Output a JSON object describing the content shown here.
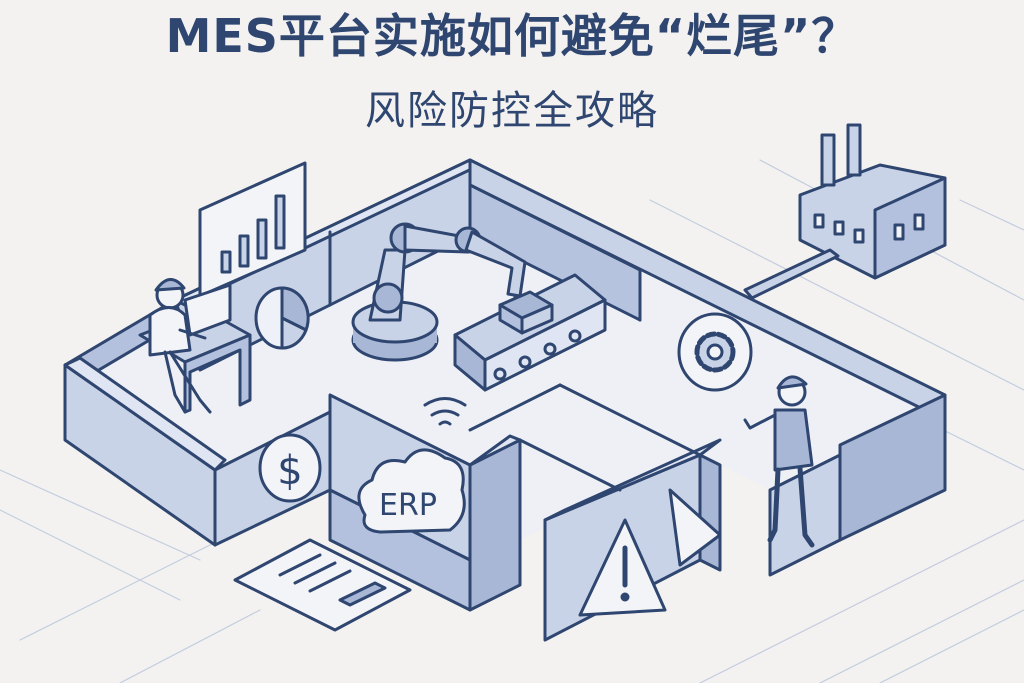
{
  "header": {
    "title": "MES平台实施如何避免“烂尾”？",
    "subtitle": "风险防控全攻略"
  },
  "scene": {
    "cloud_label": "ERP",
    "currency_symbol": "$",
    "icons": [
      "bar-chart-icon",
      "pie-chart-icon",
      "gear-icon",
      "warning-icon",
      "dollar-icon",
      "cloud-icon",
      "wifi-icon",
      "factory-icon",
      "document-icon",
      "robot-arm-icon",
      "conveyor-icon",
      "worker-icon"
    ]
  },
  "colors": {
    "ink": "#2f4670",
    "fill": "#c9d3e8",
    "fill_dark": "#a8b7d6",
    "floor": "#f0f1f5",
    "background": "#f3f2f0"
  }
}
